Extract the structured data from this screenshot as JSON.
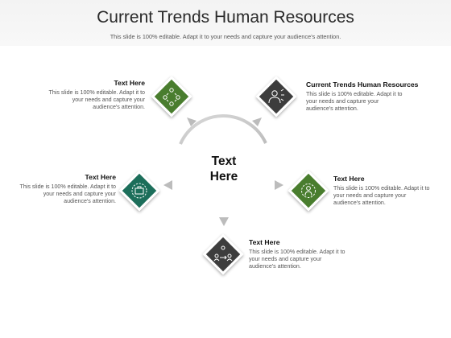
{
  "header": {
    "title": "Current Trends Human Resources",
    "subtitle": "This slide is 100% editable. Adapt it to your needs and capture your audience's attention."
  },
  "center": {
    "line1": "Text",
    "line2": "Here"
  },
  "items": [
    {
      "heading": "Text Here",
      "body": "This slide is 100% editable. Adapt it to your needs and capture your audience's attention.",
      "icon": "people-network-icon",
      "color": "#4a7d2d"
    },
    {
      "heading": "Current Trends Human Resources",
      "body": "This slide is 100% editable. Adapt it to your needs and capture your audience's attention.",
      "icon": "person-connections-icon",
      "color": "#3e3e3e"
    },
    {
      "heading": "Text Here",
      "body": "This slide is 100% editable. Adapt it to your needs and capture your audience's attention.",
      "icon": "briefcase-gear-icon",
      "color": "#1c6e5a"
    },
    {
      "heading": "Text Here",
      "body": "This slide is 100% editable. Adapt it to your needs and capture your audience's attention.",
      "icon": "gear-person-icon",
      "color": "#4a7d2d"
    },
    {
      "heading": "Text Here",
      "body": "This slide is 100% editable. Adapt it to your needs and capture your audience's attention.",
      "icon": "people-exchange-icon",
      "color": "#3e3e3e"
    }
  ],
  "colors": {
    "green": "#4a7d2d",
    "dark": "#3e3e3e",
    "teal": "#1c6e5a",
    "arc": "#cfcfcf",
    "arrow": "#b9b9b9"
  }
}
